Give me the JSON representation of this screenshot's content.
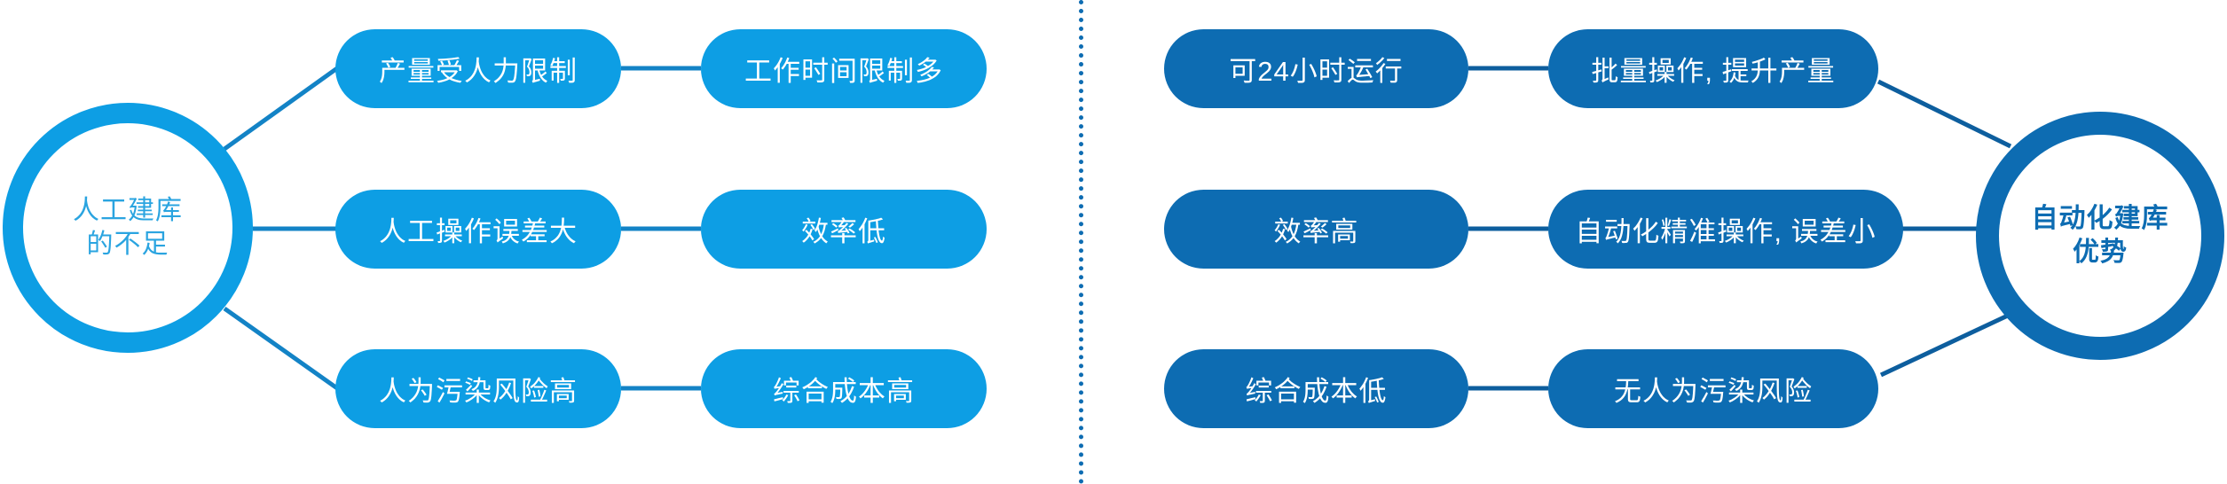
{
  "colors": {
    "light_blue": "#0d9ee4",
    "dark_blue": "#0d6cb2",
    "hub_left_text": "#2aa4e0",
    "hub_right_text": "#0d6cb2",
    "background": "#ffffff",
    "pill_text": "#ffffff"
  },
  "left_panel": {
    "hub": {
      "line1": "人工建库",
      "line2": "的不足"
    },
    "rows": [
      {
        "inner": "产量受人力限制",
        "outer": "工作时间限制多"
      },
      {
        "inner": "人工操作误差大",
        "outer": "效率低"
      },
      {
        "inner": "人为污染风险高",
        "outer": "综合成本高"
      }
    ]
  },
  "right_panel": {
    "hub": {
      "line1": "自动化建库",
      "line2": "优势"
    },
    "rows": [
      {
        "outer": "可24小时运行",
        "inner": "批量操作, 提升产量"
      },
      {
        "outer": "效率高",
        "inner": "自动化精准操作, 误差小"
      },
      {
        "outer": "综合成本低",
        "inner": "无人为污染风险"
      }
    ]
  },
  "divider": {
    "style": "dotted-vertical",
    "color": "#0d6cb2"
  }
}
